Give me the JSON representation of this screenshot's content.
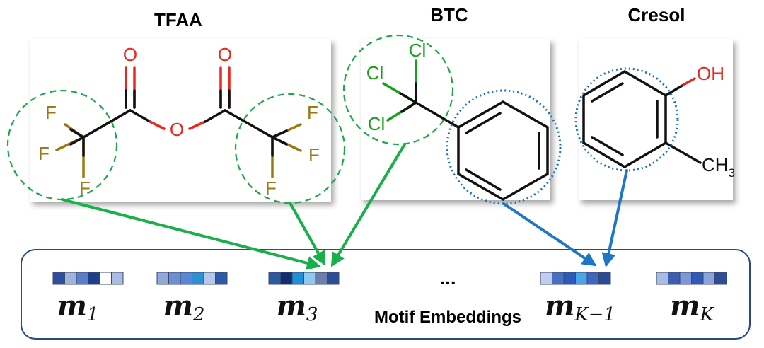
{
  "molecules": [
    {
      "name": "TFAA",
      "atoms": {
        "o1": "O",
        "o2": "O",
        "o3": "O",
        "f1": "F",
        "f2": "F",
        "f3": "F",
        "f4": "F",
        "f5": "F",
        "f6": "F"
      }
    },
    {
      "name": "BTC",
      "atoms": {
        "cl1": "Cl",
        "cl2": "Cl",
        "cl3": "Cl"
      }
    },
    {
      "name": "Cresol",
      "atoms": {
        "oh": "OH",
        "ch": "CH",
        "ch_sub": "3"
      }
    }
  ],
  "embeddings": {
    "caption": "Motif Embeddings",
    "ellipsis": "...",
    "items": [
      {
        "symbol": "m",
        "subscript": "1",
        "cells": [
          "#2f4f9e",
          "#9fb4dc",
          "#5b7fc4",
          "#1f3f8a",
          "#ffffff",
          "#a9bde3"
        ]
      },
      {
        "symbol": "m",
        "subscript": "2",
        "cells": [
          "#8fa9d9",
          "#6d8fd0",
          "#5a86d6",
          "#2f8fd6",
          "#b5c8ea",
          "#2e5aa8"
        ]
      },
      {
        "symbol": "m",
        "subscript": "3",
        "cells": [
          "#2c5aa0",
          "#0f2f6f",
          "#1f8fd8",
          "#8fc8f0",
          "#6d7fa8",
          "#2a4f96"
        ]
      },
      {
        "symbol": "m",
        "subscript": "K−1",
        "cells": [
          "#c0cfee",
          "#4a6ec0",
          "#2a5bbb",
          "#4aa6e6",
          "#3f66c0",
          "#2a4a96"
        ]
      },
      {
        "symbol": "m",
        "subscript": "K",
        "cells": [
          "#a9bde3",
          "#3b5fae",
          "#7d98d6",
          "#2f5ab8",
          "#8aa4da",
          "#2b4d9a"
        ]
      }
    ]
  },
  "colors": {
    "green_arrow": "#19b04b",
    "blue_arrow": "#1f77c4",
    "green_circle": "#1aa84a",
    "blue_circle": "#1a6fc0",
    "oxygen": "#e8281e",
    "fluorine": "#9a7a14",
    "chlorine": "#1aa01a"
  }
}
